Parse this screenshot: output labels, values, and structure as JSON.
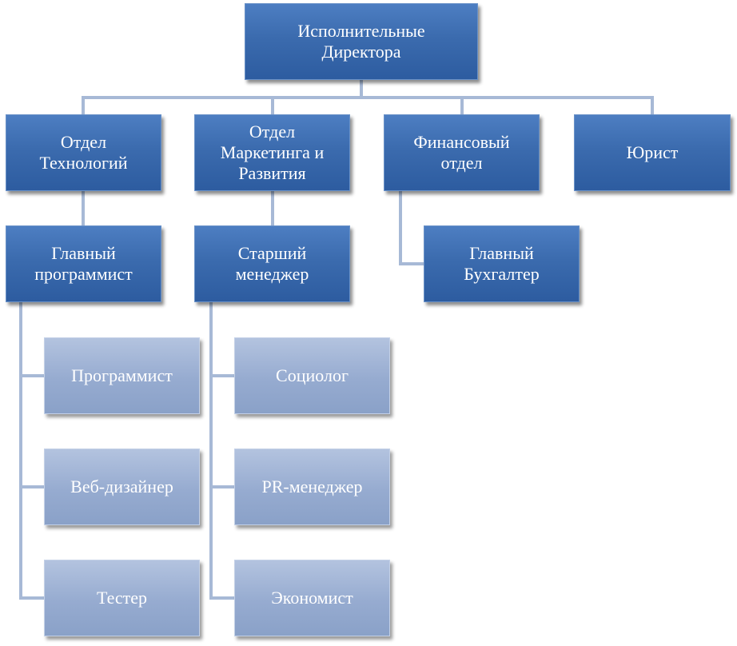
{
  "colors": {
    "connector": "#a7b9d6",
    "dark_box": "#3b6bae",
    "light_box": "#96abd0",
    "text": "#ffffff"
  },
  "nodes": {
    "root": "Исполнительные\nДиректора",
    "tech": "Отдел\nТехнологий",
    "marketing": "Отдел\nМаркетинга и\nРазвития",
    "finance": "Финансовый\nотдел",
    "lawyer": "Юрист",
    "chief_programmer": "Главный\nпрограммист",
    "senior_manager": "Старший\nменеджер",
    "chief_accountant": "Главный\nБухгалтер",
    "programmer": "Программист",
    "web_designer": "Веб-дизайнер",
    "tester": "Тестер",
    "sociologist": "Социолог",
    "pr_manager": "PR-менеджер",
    "economist": "Экономист"
  }
}
